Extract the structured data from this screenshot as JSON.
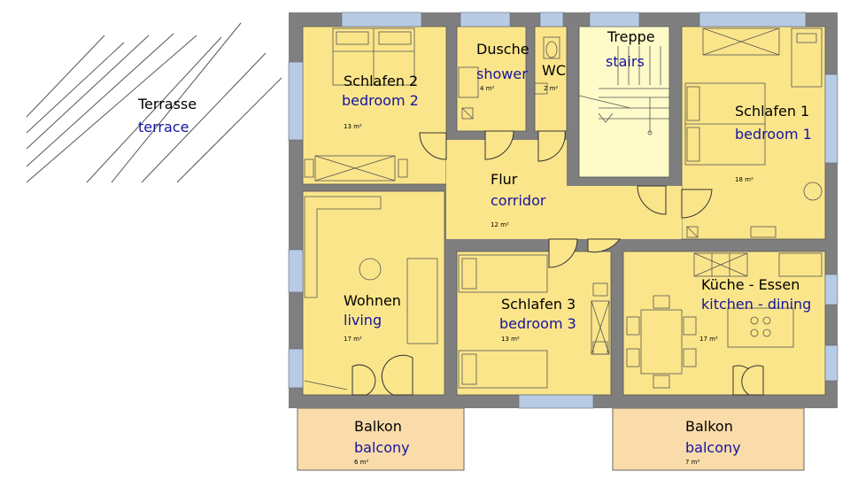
{
  "colors": {
    "room_fill": "#fbe58a",
    "balcony_fill": "#fadcaa",
    "stairs_fill": "#fefbc8",
    "wall": "#7f7f7f",
    "window": "#b7cbe5",
    "english_text": "#1414a0"
  },
  "rooms": {
    "terrace": {
      "de": "Terrasse",
      "en": "terrace"
    },
    "bedroom2": {
      "de": "Schlafen 2",
      "en": "bedroom 2",
      "area": "13 m²"
    },
    "shower": {
      "de": "Dusche",
      "en": "shower",
      "area": "4 m²"
    },
    "wc": {
      "de": "WC",
      "area": "2 m²"
    },
    "stairs": {
      "de": "Treppe",
      "en": "stairs"
    },
    "bedroom1": {
      "de": "Schlafen 1",
      "en": "bedroom 1",
      "area": "18 m²"
    },
    "corridor": {
      "de": "Flur",
      "en": "corridor",
      "area": "12 m²"
    },
    "living": {
      "de": "Wohnen",
      "en": "living",
      "area": "17 m²"
    },
    "bedroom3": {
      "de": "Schlafen 3",
      "en": "bedroom 3",
      "area": "13 m²"
    },
    "kitchen": {
      "de": "Küche - Essen",
      "en": "kitchen - dining",
      "area": "17 m²"
    },
    "balcony_left": {
      "de": "Balkon",
      "en": "balcony",
      "area": "6 m²"
    },
    "balcony_right": {
      "de": "Balkon",
      "en": "balcony",
      "area": "7 m²"
    }
  }
}
